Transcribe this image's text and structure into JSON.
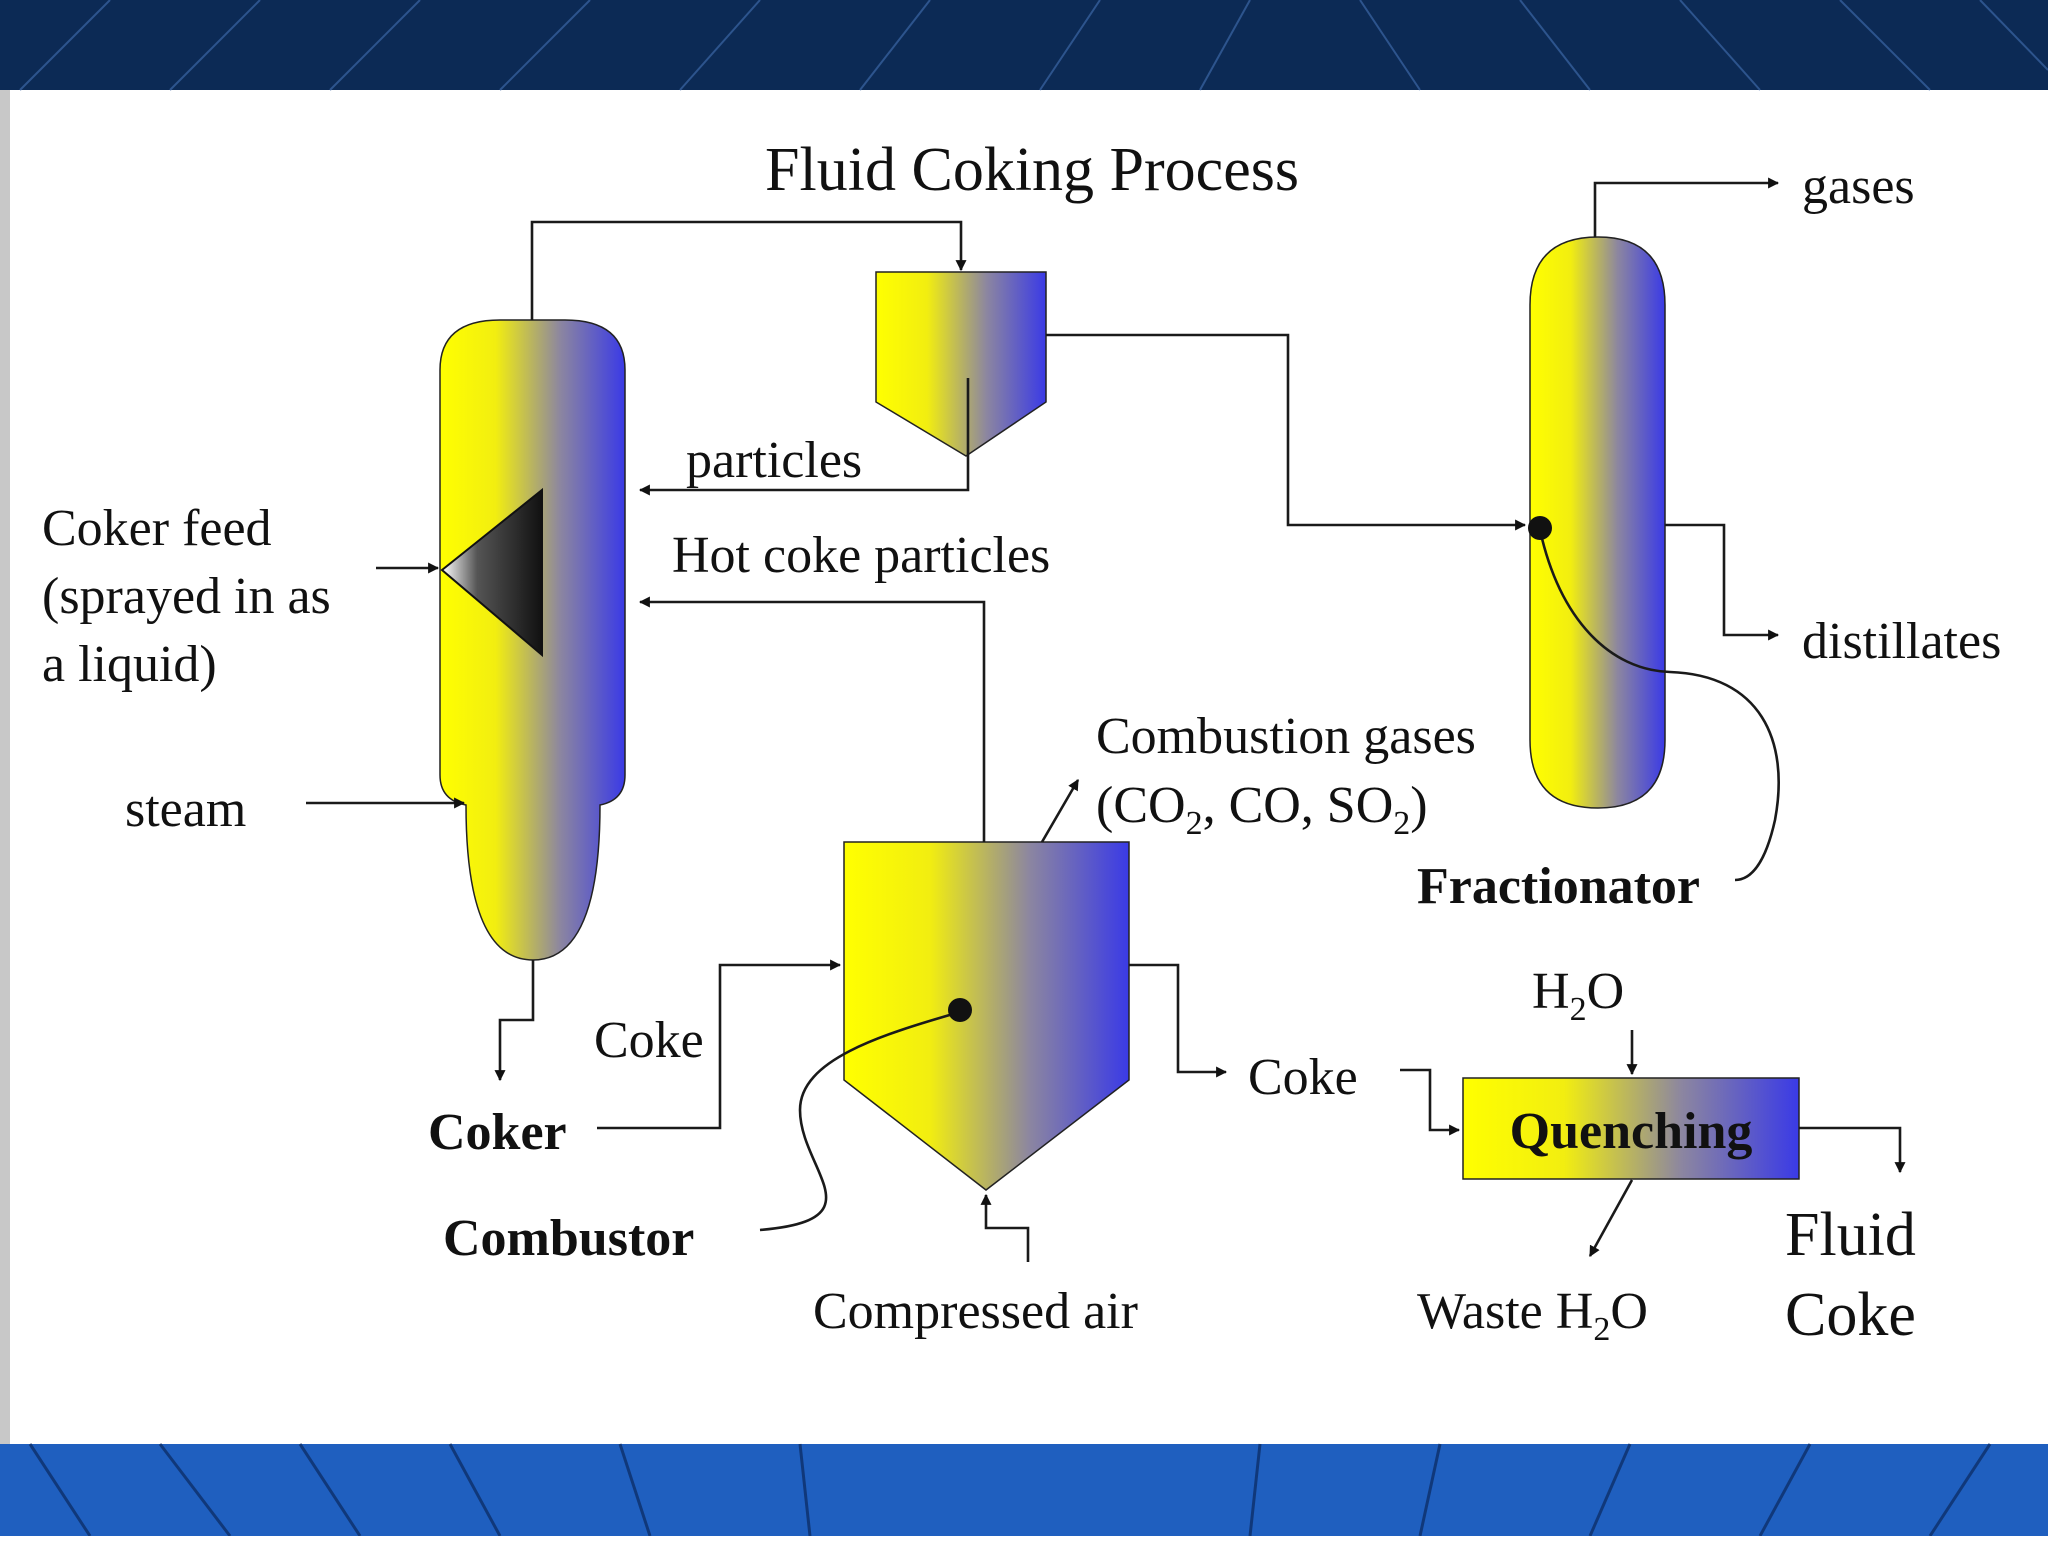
{
  "title": "Fluid Coking Process",
  "colors": {
    "band_top": "#0c2a55",
    "band_bottom": "#1f5fbf",
    "vessel_light": "#ffff00",
    "vessel_dark": "#3a3ae6"
  },
  "labels": {
    "gases": "gases",
    "particles": "particles",
    "coker_feed": [
      "Coker feed",
      "(sprayed in as",
      "a liquid)"
    ],
    "hot_coke_particles": "Hot coke particles",
    "distillates": "distillates",
    "combustion_gases": "Combustion gases",
    "combustion_formula": {
      "p1": "(CO",
      "s1": "2",
      "p2": ", CO, SO",
      "s2": "2",
      "p3": ")"
    },
    "steam": "steam",
    "fractionator": "Fractionator",
    "h2o": {
      "p1": "H",
      "s1": "2",
      "p2": "O"
    },
    "coke_left": "Coke",
    "coke_right": "Coke",
    "coker": "Coker",
    "quenching": "Quenching",
    "combustor": "Combustor",
    "fluid_coke": [
      "Fluid",
      "Coke"
    ],
    "compressed_air": "Compressed air",
    "waste_h2o": {
      "p1": "Waste H",
      "s1": "2",
      "p2": "O"
    }
  }
}
